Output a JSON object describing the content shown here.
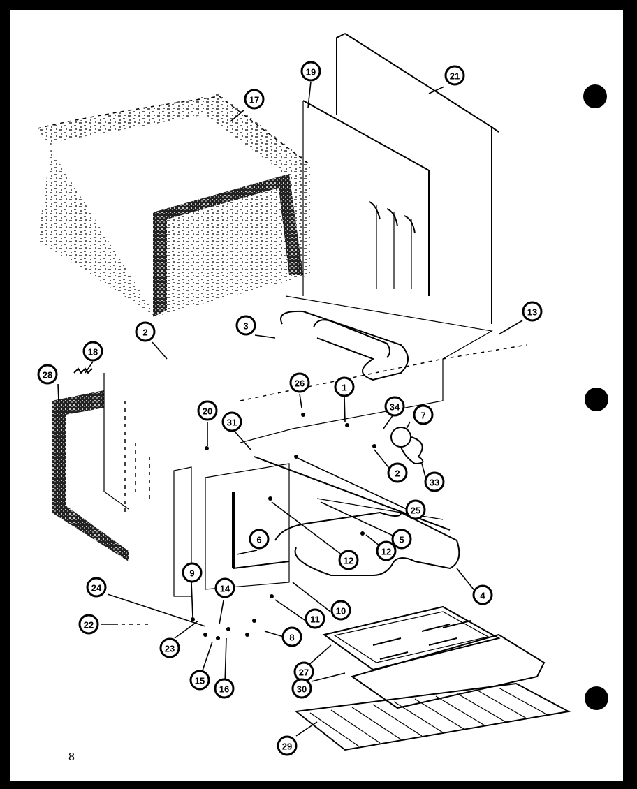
{
  "page_number": "8",
  "diagram": {
    "callouts": [
      {
        "label": "17"
      },
      {
        "label": "19"
      },
      {
        "label": "21"
      },
      {
        "label": "13"
      },
      {
        "label": "2"
      },
      {
        "label": "3"
      },
      {
        "label": "18"
      },
      {
        "label": "28"
      },
      {
        "label": "26"
      },
      {
        "label": "1"
      },
      {
        "label": "34"
      },
      {
        "label": "7"
      },
      {
        "label": "20"
      },
      {
        "label": "31"
      },
      {
        "label": "2"
      },
      {
        "label": "33"
      },
      {
        "label": "25"
      },
      {
        "label": "6"
      },
      {
        "label": "5"
      },
      {
        "label": "12"
      },
      {
        "label": "12"
      },
      {
        "label": "4"
      },
      {
        "label": "9"
      },
      {
        "label": "14"
      },
      {
        "label": "24"
      },
      {
        "label": "11"
      },
      {
        "label": "10"
      },
      {
        "label": "22"
      },
      {
        "label": "8"
      },
      {
        "label": "23"
      },
      {
        "label": "27"
      },
      {
        "label": "15"
      },
      {
        "label": "16"
      },
      {
        "label": "30"
      },
      {
        "label": "29"
      }
    ]
  }
}
